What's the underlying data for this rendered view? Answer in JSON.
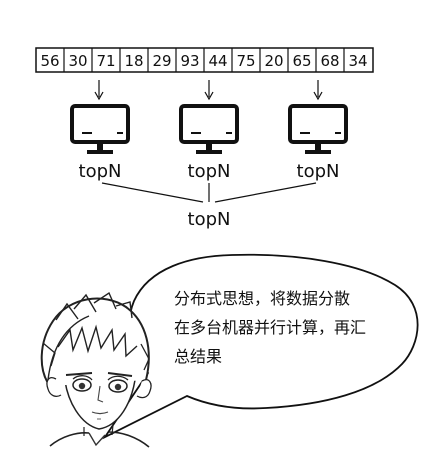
{
  "array": {
    "values": [
      "56",
      "30",
      "71",
      "18",
      "29",
      "93",
      "44",
      "75",
      "20",
      "65",
      "68",
      "34"
    ]
  },
  "machines": [
    {
      "label": "topN"
    },
    {
      "label": "topN"
    },
    {
      "label": "topN"
    }
  ],
  "result": {
    "label": "topN"
  },
  "speech": {
    "lines": [
      "分布式思想，将数据分散",
      "在多台机器并行计算，再汇",
      "总结果"
    ]
  },
  "icons": {
    "machine": "monitor-icon",
    "arrow": "arrow-down-icon",
    "character": "anime-boy-portrait"
  }
}
